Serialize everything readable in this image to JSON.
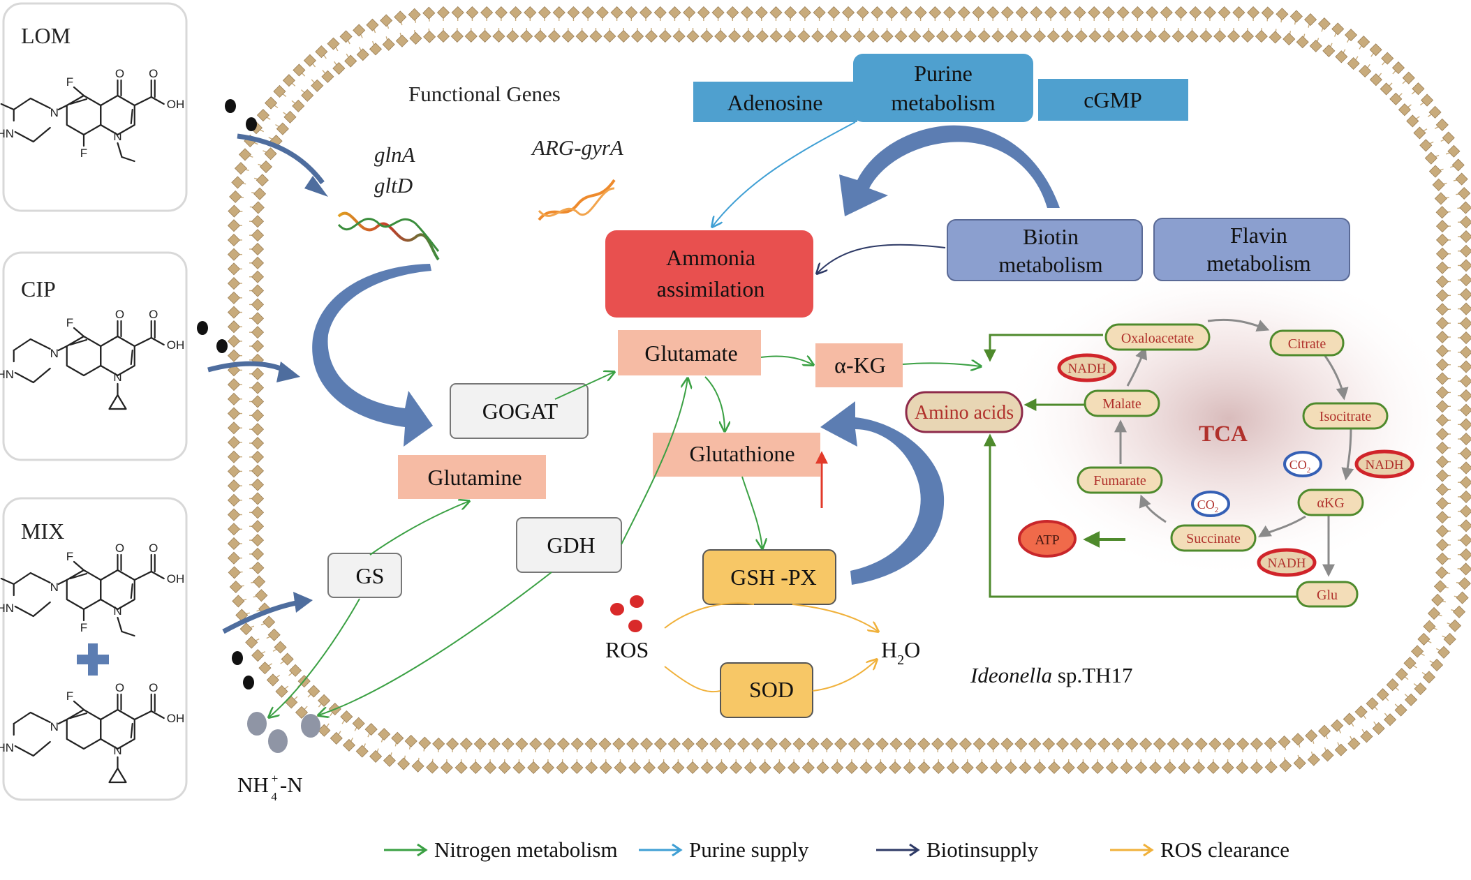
{
  "drugs": [
    {
      "name": "LOM",
      "atoms": {
        "f1": "F",
        "f2": "F",
        "o": "O",
        "oh": "OH",
        "hn": "HN",
        "n": "N"
      }
    },
    {
      "name": "CIP",
      "atoms": {
        "f1": "F",
        "o": "O",
        "oh": "OH",
        "hn": "HN",
        "n": "N"
      }
    },
    {
      "name": "MIX",
      "plus": "+",
      "atoms_a": {
        "f1": "F",
        "f2": "F",
        "o": "O",
        "oh": "OH",
        "hn": "HN",
        "n": "N"
      },
      "atoms_b": {
        "f1": "F",
        "o": "O",
        "oh": "OH",
        "hn": "HN",
        "n": "N"
      }
    }
  ],
  "ammonium": {
    "main": "NH",
    "sup": "+",
    "sub": "4",
    "tail": "-N"
  },
  "genes": {
    "title": "Functional Genes",
    "g1": "glnA",
    "g2": "gltD",
    "g3": "ARG-gyrA"
  },
  "purine": {
    "center": "Purine metabolism",
    "left": "Adenosine",
    "right": "cGMP"
  },
  "biotin": "Biotin metabolism",
  "flavin": "Flavin metabolism",
  "ammonia": "Ammonia assimilation",
  "nodes": {
    "glutamate": "Glutamate",
    "akg": "α-KG",
    "gogat": "GOGAT",
    "glutamine": "Glutamine",
    "glutathione": "Glutathione",
    "gdh": "GDH",
    "gs": "GS",
    "gshpx": "GSH -PX",
    "sod": "SOD",
    "ros": "ROS",
    "h2o_h": "H",
    "h2o_sub": "2",
    "h2o_o": "O",
    "amino": "Amino acids",
    "organism_genus": "Ideonella",
    "organism_rest": " sp.TH17"
  },
  "tca": {
    "title": "TCA",
    "oxaloacetate": "Oxaloacetate",
    "citrate": "Citrate",
    "isocitrate": "Isocitrate",
    "akg": "αKG",
    "glu": "Glu",
    "succinate": "Succinate",
    "fumarate": "Fumarate",
    "malate": "Malate",
    "atp": "ATP",
    "nadh": "NADH",
    "co2_c": "CO",
    "co2_sub": "2"
  },
  "legend": [
    {
      "label": "Nitrogen metabolism",
      "color": "#3aa043"
    },
    {
      "label": "Purine supply",
      "color": "#3f9fd4"
    },
    {
      "label": "Biotinsupply",
      "color": "#2e3a66"
    },
    {
      "label": "ROS clearance",
      "color": "#f0b13b"
    }
  ],
  "colors": {
    "membrane": "#c8ab7c",
    "purine_box": "#4fa0cf",
    "biotin_box": "#8b9fcf",
    "ammonia_box": "#e8504f",
    "salmon_box": "#f6bba4",
    "gsh_box": "#f7c766",
    "white_box": "#f2f2f2",
    "tca_pill": "#f3ddb8",
    "tca_text": "#b0302b",
    "big_arrow": "#5c7db2",
    "green": "#3aa043",
    "tca_green": "#4e8a2c"
  }
}
